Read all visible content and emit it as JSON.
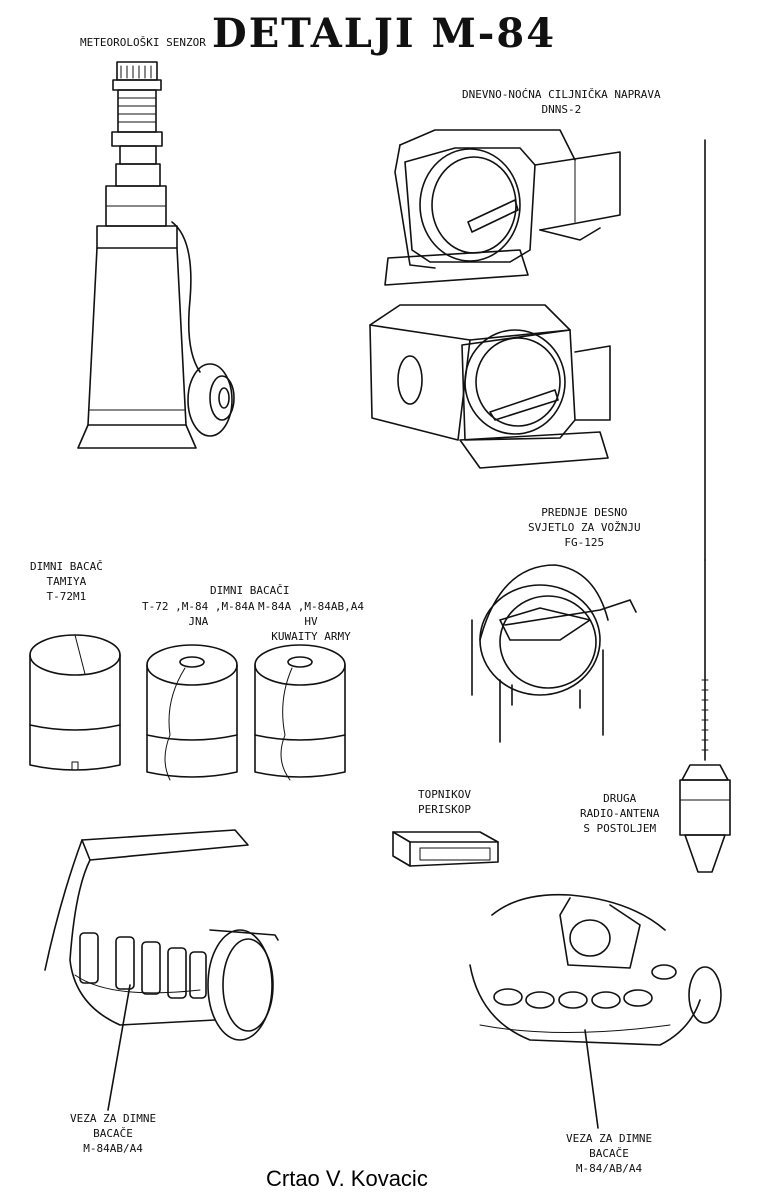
{
  "title": "DETALJI M-84",
  "labels": {
    "meteo": "METEOROLOŠKI SENZOR",
    "dnns": "DNEVNO-NOĆNA CILJNIČKA NAPRAVA\nDNNS-2",
    "dimni_tamiya": "DIMNI BACAČ\nTAMIYA\nT-72M1",
    "dimni_baca": "DIMNI BACAČI",
    "dimni_jna": "T-72 ,M-84 ,M-84A\nJNA",
    "dimni_hv": "M-84A ,M-84AB,A4\nHV\nKUWAITY ARMY",
    "svjetlo": "PREDNJE DESNO\nSVJETLO ZA VOŽNJU\nFG-125",
    "periskop": "TOPNIKOV\nPERISKOP",
    "antena": "DRUGA\nRADIO-ANTENA\nS POSTOLJEM",
    "veza_left": "VEZA ZA DIMNE\nBACAČE\nM-84AB/A4",
    "veza_right": "VEZA ZA DIMNE\nBACAČE\nM-84/AB/A4"
  },
  "credit": "Crtao V. Kovacic"
}
